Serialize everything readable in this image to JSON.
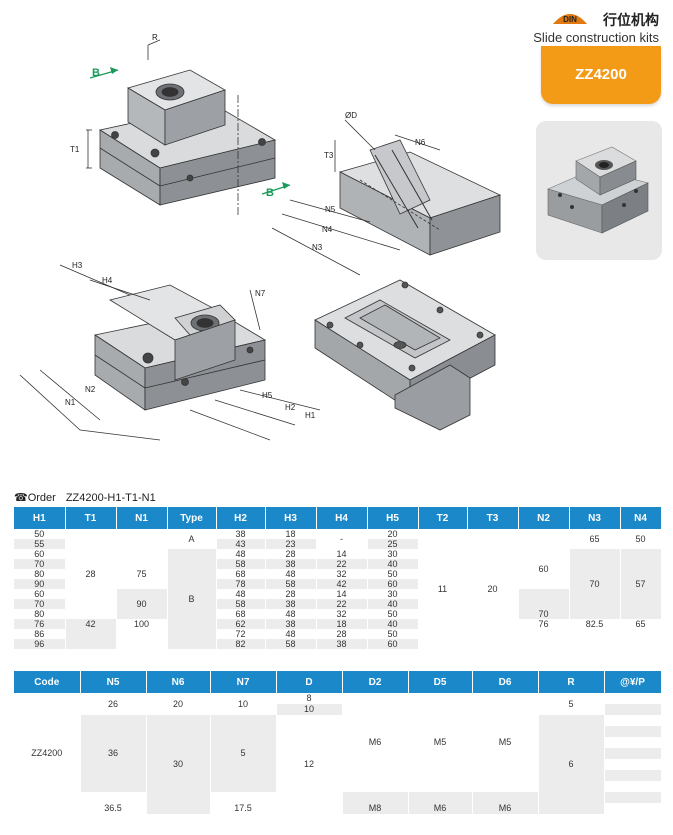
{
  "header": {
    "badge": "DIN",
    "title_cn": "行位机构",
    "title_en": "Slide construction kits",
    "model": "ZZ4200"
  },
  "drawing_labels": {
    "b1": "B",
    "b2": "B",
    "r": "R",
    "t1": "T1",
    "od": "ØD",
    "t3": "T3",
    "n6": "N6",
    "n5": "N5",
    "n4": "N4",
    "n3": "N3",
    "h3": "H3",
    "h4": "H4",
    "n7": "N7",
    "n2": "N2",
    "n1": "N1",
    "h5": "H5",
    "h2": "H2",
    "h1": "H1"
  },
  "order": {
    "label": "Order",
    "code": "ZZ4200-H1-T1-N1"
  },
  "table1": {
    "headers": [
      "H1",
      "T1",
      "N1",
      "Type",
      "H2",
      "H3",
      "H4",
      "H5",
      "T2",
      "T3",
      "N2",
      "N3",
      "N4"
    ],
    "h1": [
      "50",
      "55",
      "60",
      "70",
      "80",
      "90",
      "60",
      "70",
      "80",
      "76",
      "86",
      "96"
    ],
    "t1": [
      "28",
      "42"
    ],
    "n1": [
      "75",
      "90",
      "100"
    ],
    "type": [
      "A",
      "B"
    ],
    "h2": [
      "38",
      "43",
      "48",
      "58",
      "68",
      "78",
      "48",
      "58",
      "68",
      "62",
      "72",
      "82"
    ],
    "h3": [
      "18",
      "23",
      "28",
      "38",
      "48",
      "58",
      "28",
      "38",
      "48",
      "38",
      "48",
      "58"
    ],
    "h4": [
      "-",
      "14",
      "22",
      "32",
      "42",
      "14",
      "22",
      "32",
      "18",
      "28",
      "38"
    ],
    "h5": [
      "20",
      "25",
      "30",
      "40",
      "50",
      "60",
      "30",
      "40",
      "50",
      "40",
      "50",
      "60"
    ],
    "t2": "11",
    "t3": "20",
    "n2": [
      "60",
      "70",
      "76"
    ],
    "n3": [
      "65",
      "70",
      "82.5"
    ],
    "n4": [
      "50",
      "57",
      "65"
    ]
  },
  "table2": {
    "headers": [
      "Code",
      "N5",
      "N6",
      "N7",
      "D",
      "D2",
      "D5",
      "D6",
      "R",
      "@¥/P"
    ],
    "code": "ZZ4200",
    "n5": [
      "26",
      "36",
      "36.5"
    ],
    "n6": [
      "20",
      "30"
    ],
    "n7": [
      "10",
      "5",
      "17.5"
    ],
    "d": [
      "8",
      "10",
      "12"
    ],
    "d2": [
      "M6",
      "M8"
    ],
    "d5": [
      "M5",
      "M6"
    ],
    "d6": [
      "M5",
      "M6"
    ],
    "r": [
      "5",
      "6"
    ]
  }
}
